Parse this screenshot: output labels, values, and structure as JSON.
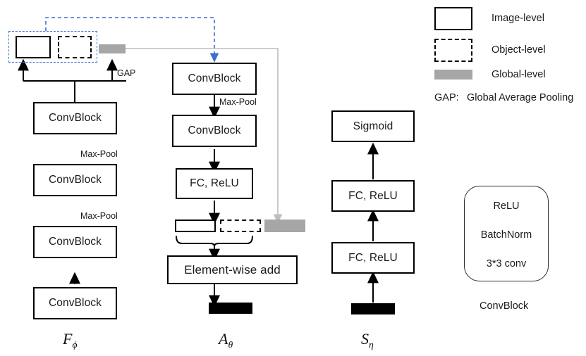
{
  "title": "Network architecture diagram",
  "legend": {
    "items": [
      {
        "key": "image-level",
        "label": "Image-level",
        "style": "solid-outline",
        "color": "#000000"
      },
      {
        "key": "object-level",
        "label": "Object-level",
        "style": "dashed-outline",
        "color": "#000000"
      },
      {
        "key": "global-level",
        "label": "Global-level",
        "style": "gray-fill",
        "color": "#a6a6a6"
      }
    ],
    "gap_abbrev": "GAP:",
    "gap_meaning": "Global Average Pooling"
  },
  "branches": {
    "feature_extractor": {
      "symbol_letter": "F",
      "symbol_sub": "ϕ",
      "blocks": [
        {
          "id": "f-conv-1",
          "label": "ConvBlock"
        },
        {
          "id": "f-conv-2",
          "label": "ConvBlock"
        },
        {
          "id": "f-conv-3",
          "label": "ConvBlock"
        },
        {
          "id": "f-conv-4",
          "label": "ConvBlock"
        }
      ],
      "edge_labels": [
        {
          "id": "f-edge-maxpool-1",
          "label": "Max-Pool"
        },
        {
          "id": "f-edge-maxpool-2",
          "label": "Max-Pool"
        }
      ],
      "gap_label": "GAP",
      "outputs": [
        {
          "id": "f-out-image",
          "kind": "image-level"
        },
        {
          "id": "f-out-object",
          "kind": "object-level"
        },
        {
          "id": "f-out-global",
          "kind": "global-level"
        }
      ]
    },
    "attention": {
      "symbol_letter": "A",
      "symbol_sub": "θ",
      "blocks": [
        {
          "id": "a-conv-1",
          "label": "ConvBlock"
        },
        {
          "id": "a-conv-2",
          "label": "ConvBlock"
        },
        {
          "id": "a-fc-1",
          "label": "FC, ReLU"
        },
        {
          "id": "a-add",
          "label": "Element-wise add"
        }
      ],
      "edge_labels": [
        {
          "id": "a-edge-maxpool-1",
          "label": "Max-Pool"
        }
      ],
      "fusion_bars": [
        {
          "id": "a-bar-image",
          "kind": "image-level"
        },
        {
          "id": "a-bar-object",
          "kind": "object-level"
        },
        {
          "id": "a-bar-global",
          "kind": "global-level"
        }
      ],
      "output_bar": {
        "id": "a-out-black",
        "kind": "fused"
      }
    },
    "scorer": {
      "symbol_letter": "S",
      "symbol_sub": "η",
      "blocks": [
        {
          "id": "s-sigmoid",
          "label": "Sigmoid"
        },
        {
          "id": "s-fc-2",
          "label": "FC, ReLU"
        },
        {
          "id": "s-fc-1",
          "label": "FC, ReLU"
        }
      ],
      "input_bar": {
        "id": "s-in-black",
        "kind": "fused"
      }
    }
  },
  "convblock_detail": {
    "caption": "ConvBlock",
    "stack": [
      {
        "id": "cb-relu",
        "label": "ReLU"
      },
      {
        "id": "cb-batchnorm",
        "label": "BatchNorm"
      },
      {
        "id": "cb-conv",
        "label": "3*3 conv"
      }
    ]
  },
  "colors": {
    "line": "#000000",
    "gray": "#a6a6a6",
    "blue_dash": "#3b6fd4",
    "gray_line": "#b5b5b5"
  }
}
